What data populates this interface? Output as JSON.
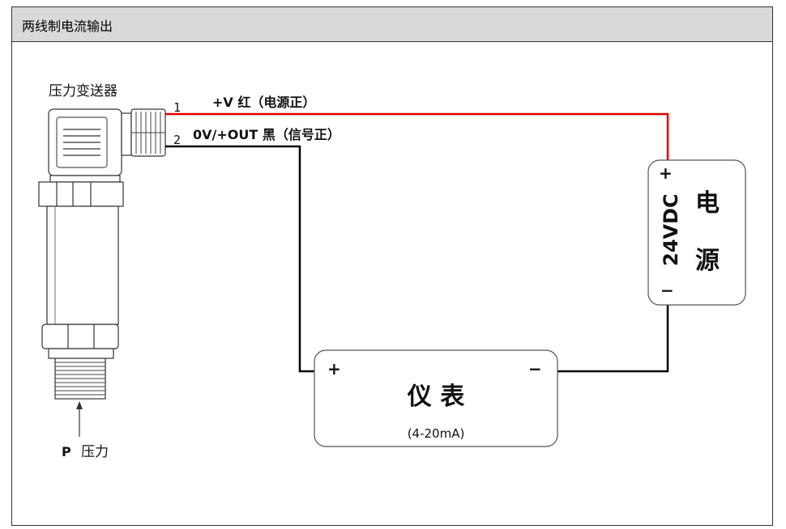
{
  "title": "两线制电流输出",
  "transmitter_label": "压力变送器",
  "wire1": {
    "number": "1",
    "label": "+V 红（电源正）",
    "color": "#e00000"
  },
  "wire2": {
    "number": "2",
    "label": "0V/+OUT 黑（信号正）",
    "color": "#000000"
  },
  "power_supply": {
    "voltage": "24VDC",
    "name_line1": "电",
    "name_line2": "源",
    "plus": "+",
    "minus": "−"
  },
  "meter": {
    "name": "仪 表",
    "range": "(4-20mA)",
    "plus": "+",
    "minus": "−"
  },
  "pressure_label": "压力",
  "pressure_symbol": "P"
}
